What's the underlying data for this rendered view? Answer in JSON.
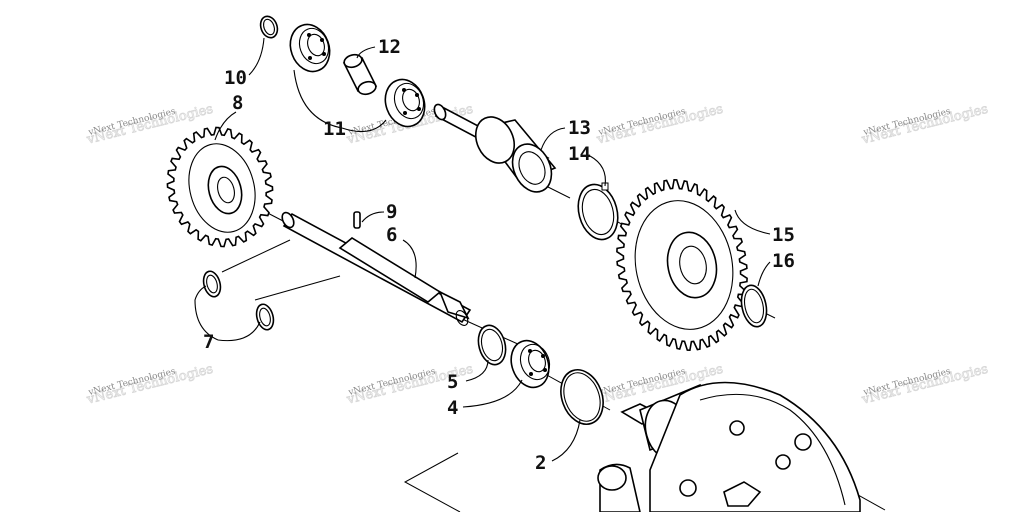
{
  "watermark": "vNext Technologies",
  "callouts": {
    "c2": "2",
    "c4": "4",
    "c5": "5",
    "c6": "6",
    "c7": "7",
    "c8": "8",
    "c9": "9",
    "c10": "10",
    "c11": "11",
    "c12": "12",
    "c13": "13",
    "c14": "14",
    "c15": "15",
    "c16": "16"
  }
}
